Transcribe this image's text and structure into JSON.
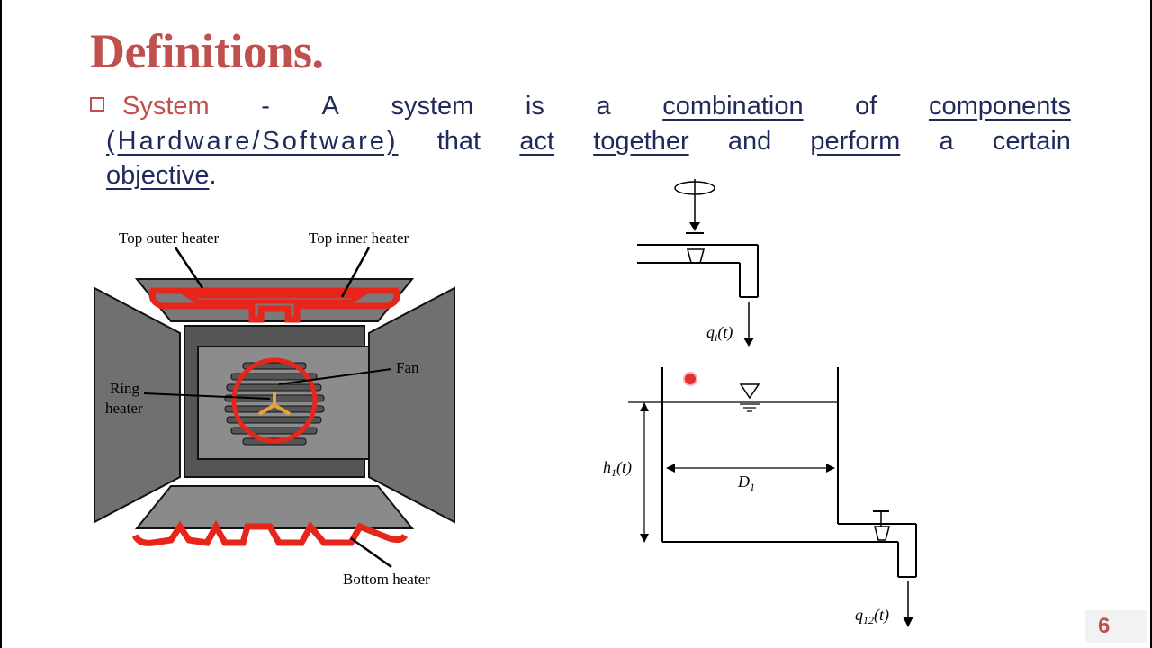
{
  "slide": {
    "title": "Definitions.",
    "page_number": "6"
  },
  "definition": {
    "term": "System",
    "dash": "-",
    "line1": [
      "A",
      "system",
      "is",
      "a",
      "combination",
      "of",
      "components"
    ],
    "line2_hw": "(Hardware/Software)",
    "line2": [
      "that",
      "act",
      "together",
      "and",
      "perform",
      "a",
      "certain"
    ],
    "line3": "objective",
    "line3_end": "."
  },
  "oven_figure": {
    "labels": {
      "top_outer": "Top outer heater",
      "top_inner": "Top inner heater",
      "ring1": "Ring",
      "ring2": "heater",
      "fan": "Fan",
      "bottom": "Bottom heater"
    },
    "colors": {
      "heater": "#e8251b",
      "panel": "#6d6d6d",
      "inner": "#8a8a8a"
    }
  },
  "tank_figure": {
    "labels": {
      "q_in": "q",
      "q_in_sub": "i",
      "q_in_arg": "(t)",
      "h": "h",
      "h_sub": "1",
      "h_arg": "(t)",
      "d": "D",
      "d_sub": "1",
      "q_out": "q",
      "q_out_sub": "12",
      "q_out_arg": "(t)"
    }
  }
}
